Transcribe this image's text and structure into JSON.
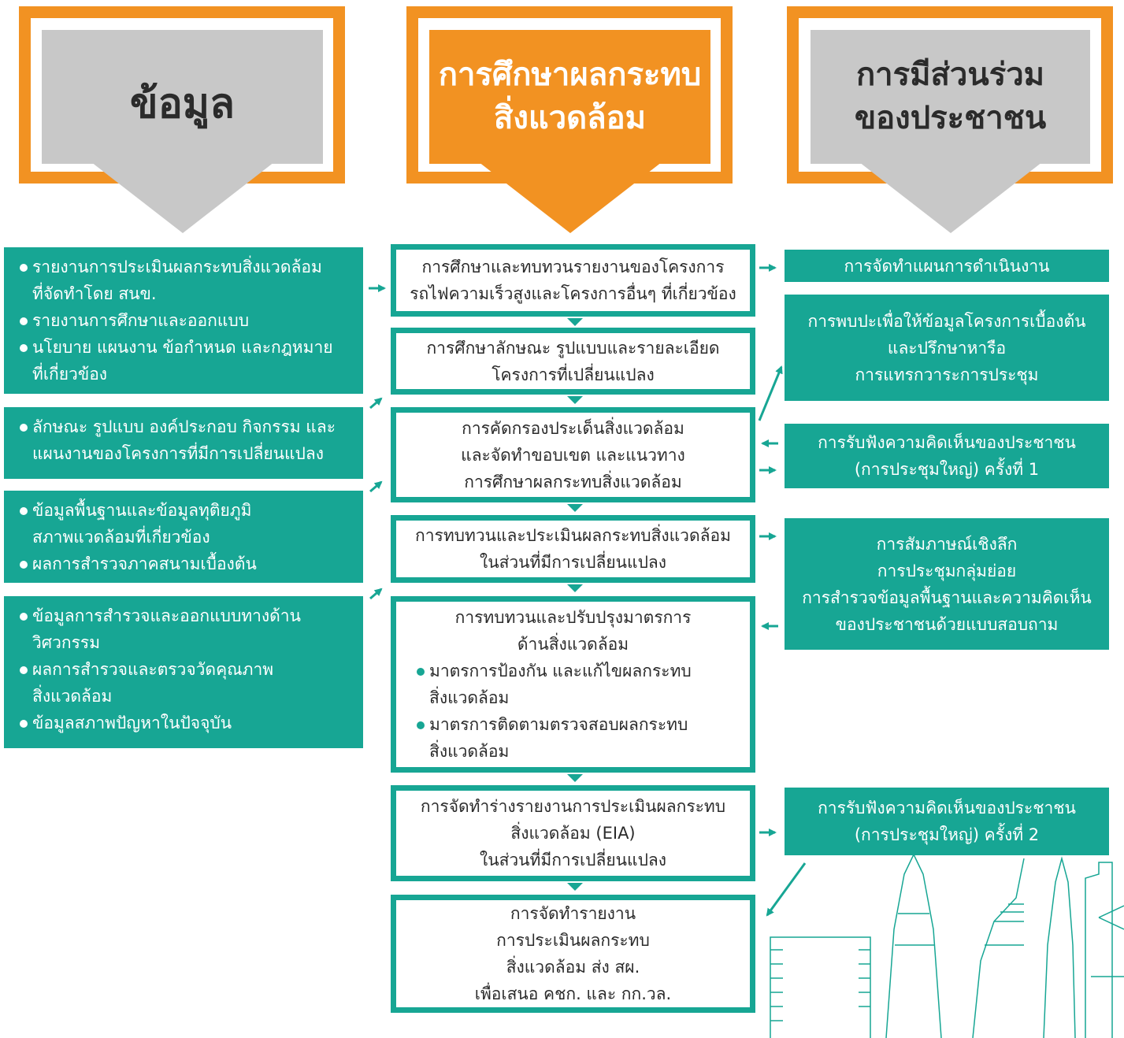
{
  "headers": {
    "data": {
      "lines": [
        "ข้อมูล"
      ]
    },
    "eia": {
      "lines": [
        "การศึกษาผลกระทบ",
        "สิ่งแวดล้อม"
      ]
    },
    "participation": {
      "lines": [
        "การมีส่วนร่วม",
        "ของประชาชน"
      ]
    }
  },
  "left_boxes": [
    {
      "items": [
        [
          "รายงานการประเมินผลกระทบสิ่งแวดล้อม",
          "ที่จัดทำโดย สนข."
        ],
        [
          "รายงานการศึกษาและออกแบบ"
        ],
        [
          "นโยบาย แผนงาน ข้อกำหนด และกฎหมาย",
          "ที่เกี่ยวข้อง"
        ]
      ]
    },
    {
      "items": [
        [
          "ลักษณะ รูปแบบ องค์ประกอบ กิจกรรม และ",
          "แผนงานของโครงการที่มีการเปลี่ยนแปลง"
        ]
      ]
    },
    {
      "items": [
        [
          "ข้อมูลพื้นฐานและข้อมูลทุติยภูมิ",
          "สภาพแวดล้อมที่เกี่ยวข้อง"
        ],
        [
          "ผลการสำรวจภาคสนามเบื้องต้น"
        ]
      ]
    },
    {
      "items": [
        [
          "ข้อมูลการสำรวจและออกแบบทางด้าน",
          "วิศวกรรม"
        ],
        [
          "ผลการสำรวจและตรวจวัดคุณภาพ",
          "สิ่งแวดล้อม"
        ],
        [
          "ข้อมูลสภาพปัญหาในปัจจุบัน"
        ]
      ]
    }
  ],
  "flow_steps": [
    {
      "lines": [
        "การศึกษาและทบทวนรายงานของโครงการ",
        "รถไฟความเร็วสูงและโครงการอื่นๆ ที่เกี่ยวข้อง"
      ]
    },
    {
      "lines": [
        "การศึกษาลักษณะ รูปแบบและรายละเอียด",
        "โครงการที่เปลี่ยนแปลง"
      ]
    },
    {
      "lines": [
        "การคัดกรองประเด็นสิ่งแวดล้อม",
        "และจัดทำขอบเขต และแนวทาง",
        "การศึกษาผลกระทบสิ่งแวดล้อม"
      ]
    },
    {
      "lines": [
        "การทบทวนและประเมินผลกระทบสิ่งแวดล้อม",
        "ในส่วนที่มีการเปลี่ยนแปลง"
      ]
    },
    {
      "lines": [
        "การทบทวนและปรับปรุงมาตรการ",
        "ด้านสิ่งแวดล้อม"
      ],
      "bullets": [
        [
          "มาตรการป้องกัน และแก้ไขผลกระทบ",
          "สิ่งแวดล้อม"
        ],
        [
          "มาตรการติดตามตรวจสอบผลกระทบ",
          "สิ่งแวดล้อม"
        ]
      ]
    },
    {
      "lines": [
        "การจัดทำร่างรายงานการประเมินผลกระทบ",
        "สิ่งแวดล้อม (EIA)",
        "ในส่วนที่มีการเปลี่ยนแปลง"
      ]
    },
    {
      "lines": [
        "การจัดทำรายงาน",
        "การประเมินผลกระทบ",
        "สิ่งแวดล้อม ส่ง สผ.",
        "เพื่อเสนอ คชก. และ กก.วล."
      ]
    }
  ],
  "right_boxes": [
    {
      "lines": [
        "การจัดทำแผนการดำเนินงาน"
      ]
    },
    {
      "lines": [
        "การพบปะเพื่อให้ข้อมูลโครงการเบื้องต้น",
        "และปรึกษาหารือ",
        "การแทรกวาระการประชุม"
      ]
    },
    {
      "lines": [
        "การรับฟังความคิดเห็นของประชาชน",
        "(การประชุมใหญ่) ครั้งที่ 1"
      ]
    },
    {
      "lines": [
        "การสัมภาษณ์เชิงลึก",
        "การประชุมกลุ่มย่อย",
        "การสำรวจข้อมูลพื้นฐานและความคิดเห็น",
        "ของประชาชนด้วยแบบสอบถาม"
      ]
    },
    {
      "lines": [
        "การรับฟังความคิดเห็นของประชาชน",
        "(การประชุมใหญ่) ครั้งที่ 2"
      ]
    }
  ],
  "colors": {
    "teal": "#17a694",
    "orange": "#f29222",
    "gray": "#c8c8c8",
    "text": "#2b2b2b"
  }
}
